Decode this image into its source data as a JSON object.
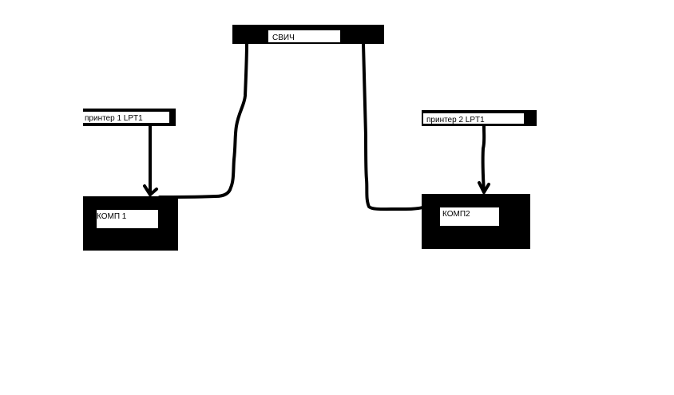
{
  "diagram": {
    "switch": {
      "label": "СВИЧ"
    },
    "printer1": {
      "label": "принтер 1 LPT1"
    },
    "printer2": {
      "label": "принтер 2 LPT1"
    },
    "computer1": {
      "label": "КОМП 1"
    },
    "computer2": {
      "label": "КОМП2"
    }
  },
  "colors": {
    "ink": "#000000",
    "background": "#ffffff"
  }
}
